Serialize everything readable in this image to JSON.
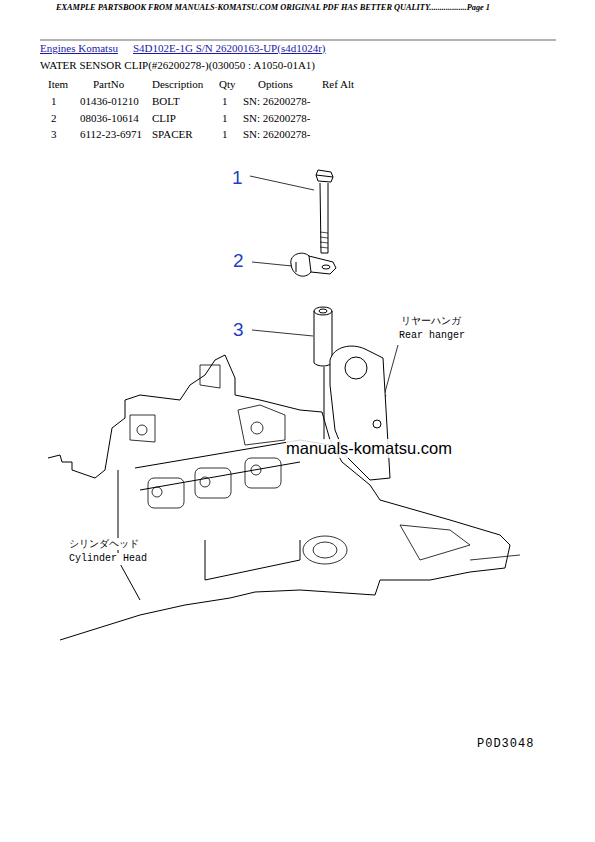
{
  "diagram": {
    "title": "WATER SENSOR CLIP(#26200278-)(030050 : A1050-01A1)",
    "labels": [
      "EXAMPLE PARTSBOOK FROM MANUALS-KOMATSU.COM ORIGINAL PDF HAS BETTER QUALITY..................Page 1",
      "Engines Komatsu",
      "S4D102E-1G S/N 26200163-UP(s4d1024r)",
      "Item",
      "PartNo",
      "Description",
      "Qty",
      "Options",
      "Ref Alt",
      "1",
      "01436-01210",
      "BOLT",
      "1",
      "SN: 26200278-",
      "2",
      "08036-10614",
      "CLIP",
      "1",
      "SN: 26200278-",
      "3",
      "6112-23-6971",
      "SPACER",
      "1",
      "SN: 26200278-",
      "1",
      "2",
      "3",
      "リヤーハンガ",
      "Rear hanger",
      "シリンダヘッド",
      "Cylinder Head",
      "manuals-komatsu.com",
      "P0D3048"
    ]
  }
}
